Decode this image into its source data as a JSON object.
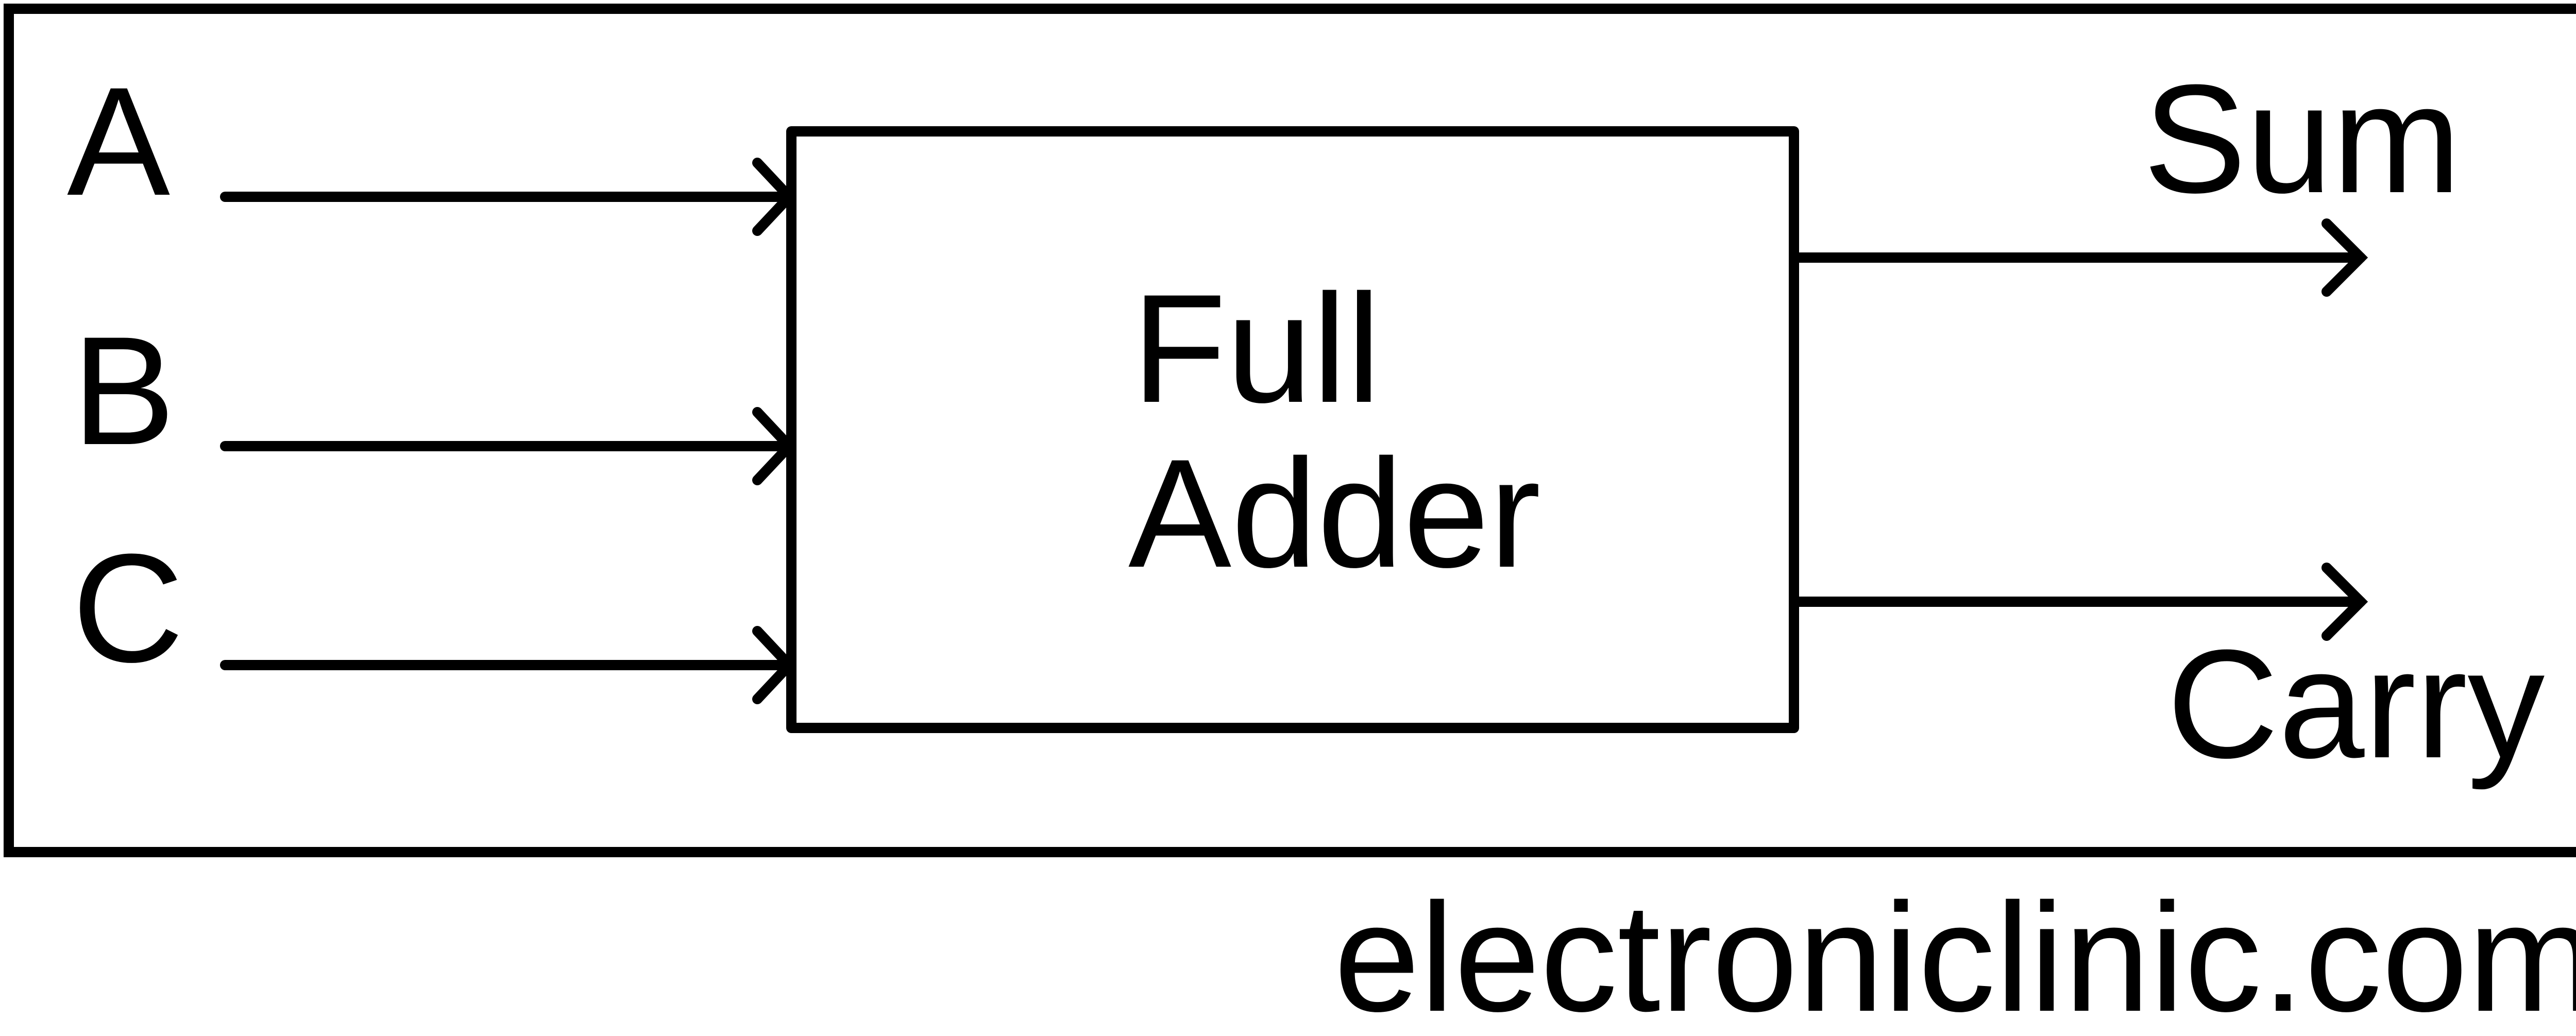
{
  "diagram": {
    "inputs": [
      {
        "label": "A"
      },
      {
        "label": "B"
      },
      {
        "label": "C"
      }
    ],
    "block": {
      "line1": "Full",
      "line2": "Adder"
    },
    "outputs": [
      {
        "label": "Sum"
      },
      {
        "label": "Carry"
      }
    ],
    "watermark": "electroniclinic.com",
    "colors": {
      "stroke": "#000000",
      "text": "#000000",
      "background": "#ffffff"
    }
  }
}
